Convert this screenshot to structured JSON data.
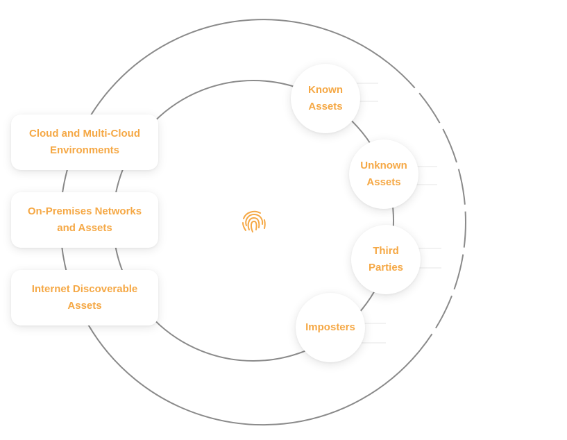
{
  "colors": {
    "accent": "#f5a845",
    "ring": "#8a8a8a",
    "card_bg": "#ffffff"
  },
  "center": {
    "icon": "fingerprint-icon"
  },
  "left_cards": [
    {
      "label": "Cloud and Multi-Cloud\nEnvironments"
    },
    {
      "label": "On-Premises Networks\nand Assets"
    },
    {
      "label": "Internet Discoverable\nAssets"
    }
  ],
  "right_bubbles": [
    {
      "label": "Known\nAssets"
    },
    {
      "label": "Unknown\nAssets"
    },
    {
      "label": "Third\nParties"
    },
    {
      "label": "Imposters"
    }
  ]
}
